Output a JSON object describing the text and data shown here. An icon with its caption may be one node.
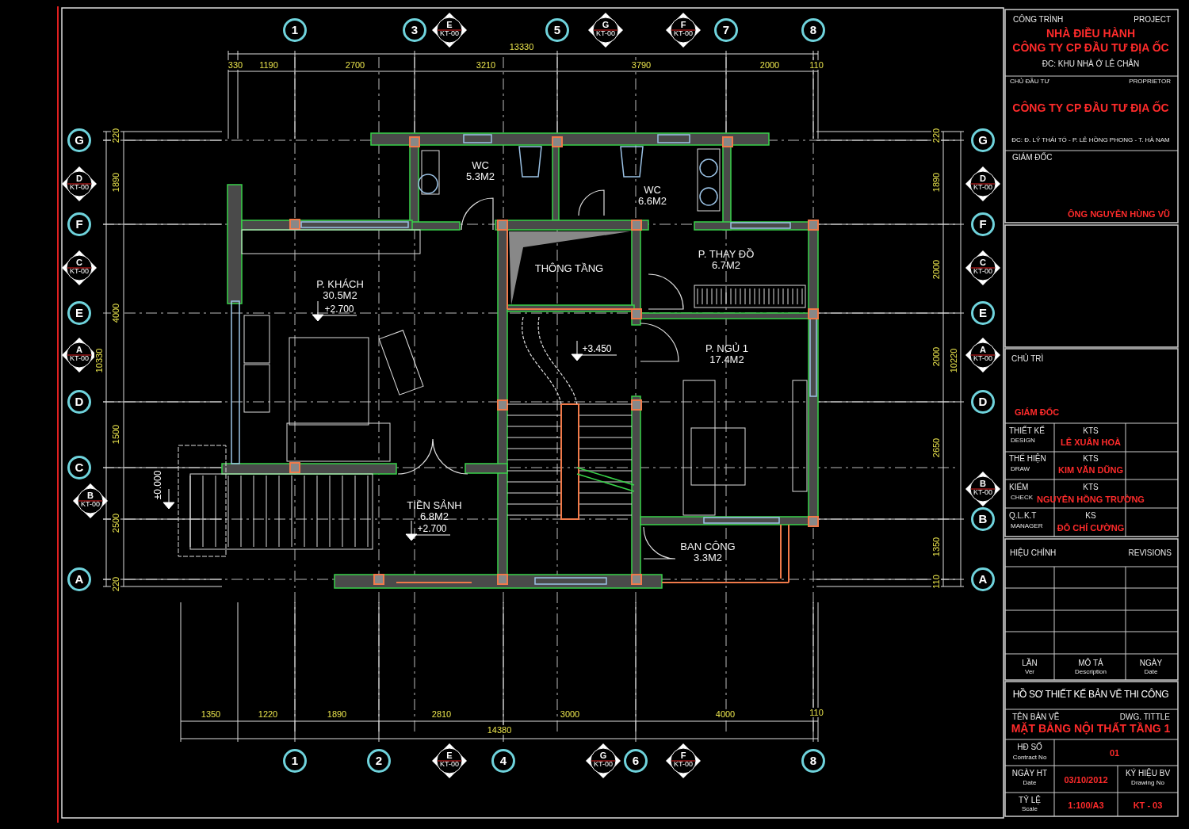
{
  "diagram": {
    "nodes": [
      {
        "text": [
          "WC",
          "5.3M2"
        ]
      },
      {
        "text": [
          "WC",
          "6.6M2"
        ]
      },
      {
        "text": [
          "P. KHÁCH",
          "30.5M2"
        ]
      },
      {
        "text": [
          "THÔNG TẦNG"
        ]
      },
      {
        "text": [
          "P. THAY ĐỒ",
          "6.7M2"
        ]
      },
      {
        "text": [
          "P. NGỦ 1",
          "17.4M2"
        ]
      },
      {
        "text": [
          "TIỀN SẢNH",
          "6.8M2"
        ]
      },
      {
        "text": [
          "BAN CÔNG",
          "3.3M2"
        ]
      },
      {
        "text": [
          "1"
        ]
      },
      {
        "text": [
          "3"
        ]
      },
      {
        "text": [
          "E",
          "KT-00"
        ]
      },
      {
        "text": [
          "5"
        ]
      },
      {
        "text": [
          "G",
          "KT-00"
        ]
      },
      {
        "text": [
          "F",
          "KT-00"
        ]
      },
      {
        "text": [
          "7"
        ]
      },
      {
        "text": [
          "8"
        ]
      },
      {
        "text": [
          "G"
        ]
      },
      {
        "text": [
          "D",
          "KT-00"
        ]
      },
      {
        "text": [
          "F"
        ]
      },
      {
        "text": [
          "C",
          "KT-00"
        ]
      },
      {
        "text": [
          "E"
        ]
      },
      {
        "text": [
          "A",
          "KT-00"
        ]
      },
      {
        "text": [
          "D"
        ]
      },
      {
        "text": [
          "C"
        ]
      },
      {
        "text": [
          "B",
          "KT-00"
        ]
      },
      {
        "text": [
          "A"
        ]
      },
      {
        "text": [
          "G"
        ]
      },
      {
        "text": [
          "D",
          "KT-00"
        ]
      },
      {
        "text": [
          "F"
        ]
      },
      {
        "text": [
          "C",
          "KT-00"
        ]
      },
      {
        "text": [
          "E"
        ]
      },
      {
        "text": [
          "A",
          "KT-00"
        ]
      },
      {
        "text": [
          "D"
        ]
      },
      {
        "text": [
          "B",
          "KT-00"
        ]
      },
      {
        "text": [
          "B"
        ]
      },
      {
        "text": [
          "A"
        ]
      },
      {
        "text": [
          "1"
        ]
      },
      {
        "text": [
          "2"
        ]
      },
      {
        "text": [
          "E",
          "KT-00"
        ]
      },
      {
        "text": [
          "4"
        ]
      },
      {
        "text": [
          "G",
          "KT-00"
        ]
      },
      {
        "text": [
          "6"
        ]
      },
      {
        "text": [
          "F",
          "KT-00"
        ]
      },
      {
        "text": [
          "8"
        ]
      }
    ],
    "labels": [
      "13330",
      "330",
      "1190",
      "2700",
      "3210",
      "3790",
      "2000",
      "110",
      "220",
      "1890",
      "4000",
      "10330",
      "1500",
      "2500",
      "220",
      "220",
      "1890",
      "2000",
      "2000",
      "10220",
      "2650",
      "1350",
      "110",
      "+2.700",
      "+3.450",
      "+2.700",
      "±0.000",
      "1350",
      "1220",
      "1890",
      "2810",
      "3000",
      "4000",
      "110",
      "14380",
      "CÔNG TRÌNH",
      "PROJECT",
      "NHÀ ĐIỀU HÀNH",
      "CÔNG TY CP ĐẦU TƯ ĐỊA ỐC",
      "ĐC: KHU NHÀ Ở LÊ CHÂN",
      "CHỦ ĐẦU TƯ",
      "PROPRIETOR",
      "CÔNG TY CP ĐẦU TƯ ĐỊA ỐC",
      "ĐC: Đ. LÝ THÁI TỔ - P. LÊ HỒNG PHONG - T. HÀ NAM",
      "GIÁM ĐỐC",
      "ÔNG NGUYỄN HÙNG VŨ",
      "CHỦ TRÌ",
      "GIÁM ĐỐC",
      "THIẾT KẾ",
      "DESIGN",
      "KTS",
      "LÊ XUÂN HOÀ",
      "THỂ HIỆN",
      "DRAW",
      "KTS",
      "KIM VĂN DŨNG",
      "KIỂM",
      "CHECK",
      "KTS",
      "NGUYỄN HỒNG TRƯỜNG",
      "Q.L.K.T",
      "MANAGER",
      "KS",
      "ĐỖ CHÍ CƯỜNG",
      "HIỆU CHỈNH",
      "REVISIONS",
      "LẦN",
      "Ver",
      "MÔ TẢ",
      "Description",
      "NGÀY",
      "Date",
      "HỒ SƠ THIẾT KẾ BẢN VẼ THI CÔNG",
      "TÊN BẢN VẼ",
      "DWG. TITTLE",
      "MẶT BẰNG NỘI THẤT TẦNG 1",
      "HĐ SỐ",
      "Contract No",
      "01",
      "NGÀY HT",
      "Date",
      "03/10/2012",
      "KÝ HIỆU BV",
      "Drawing No",
      "TỶ LỆ",
      "Scale",
      "1:100/A3",
      "KT - 03"
    ]
  }
}
